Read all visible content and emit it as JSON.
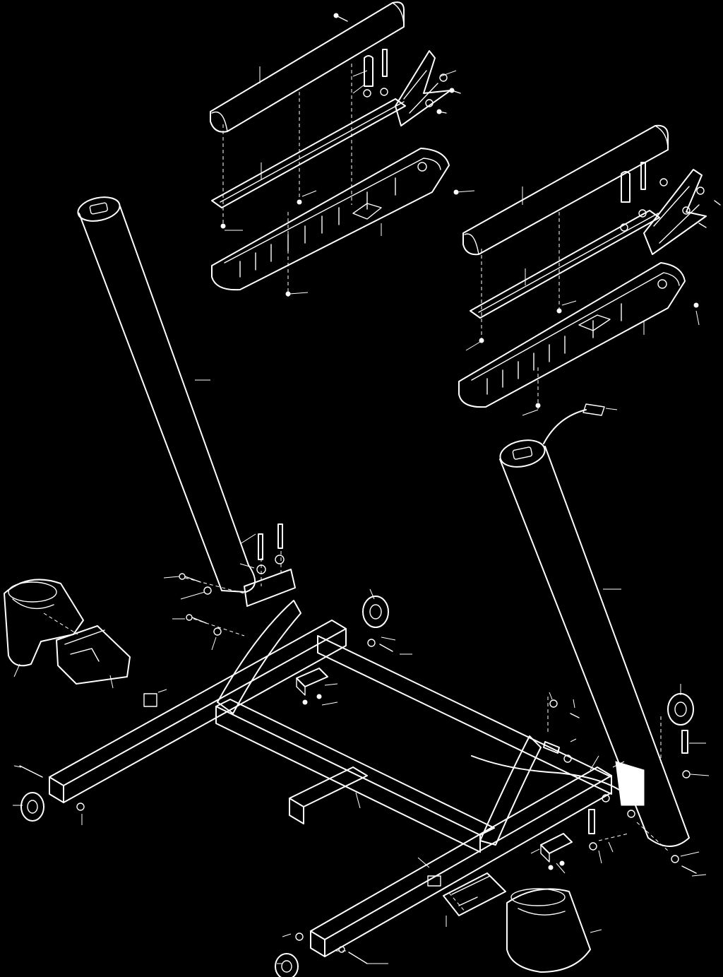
{
  "diagram": {
    "background": "#000000",
    "line_color": "#ffffff",
    "parts": [
      {
        "name": "left-handrail-top-cover"
      },
      {
        "name": "left-handrail-bracket"
      },
      {
        "name": "left-handrail-base"
      },
      {
        "name": "left-handrail-lower-housing"
      },
      {
        "name": "right-handrail-top-cover"
      },
      {
        "name": "right-handrail-bracket"
      },
      {
        "name": "right-handrail-base"
      },
      {
        "name": "right-handrail-lower-housing"
      },
      {
        "name": "left-upright-post"
      },
      {
        "name": "right-upright-post"
      },
      {
        "name": "upright-wire-harness"
      },
      {
        "name": "left-base-cover"
      },
      {
        "name": "left-base-cap"
      },
      {
        "name": "right-base-cover"
      },
      {
        "name": "right-base-cap"
      },
      {
        "name": "main-frame"
      },
      {
        "name": "front-left-wheel"
      },
      {
        "name": "front-right-wheel"
      },
      {
        "name": "rear-left-wheel"
      },
      {
        "name": "rear-right-wheel"
      },
      {
        "name": "left-leveling-bracket"
      },
      {
        "name": "right-leveling-bracket"
      },
      {
        "name": "frame-wire"
      },
      {
        "name": "left-frame-label"
      },
      {
        "name": "right-frame-label"
      }
    ]
  }
}
